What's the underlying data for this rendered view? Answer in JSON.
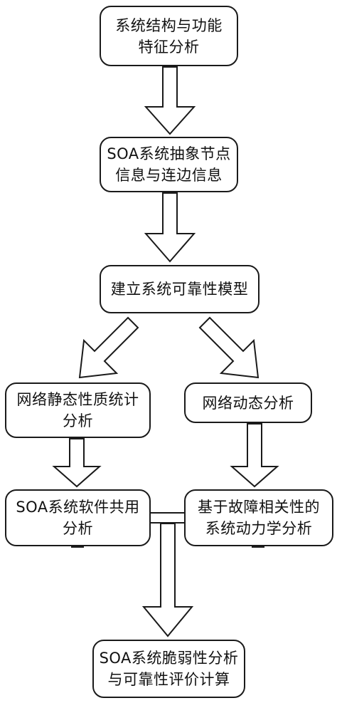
{
  "diagram": {
    "boxes": [
      {
        "id": "box-1",
        "label": "系统结构与功能\n特征分析"
      },
      {
        "id": "box-2",
        "label": "SOA系统抽象节点\n信息与连边信息"
      },
      {
        "id": "box-3",
        "label": "建立系统可靠性模型"
      },
      {
        "id": "box-4",
        "label": "网络静态性质统计\n分析"
      },
      {
        "id": "box-5",
        "label": "网络动态分析"
      },
      {
        "id": "box-6",
        "label": "SOA系统软件共用\n分析"
      },
      {
        "id": "box-7",
        "label": "基于故障相关性的\n系统动力学分析"
      },
      {
        "id": "box-8",
        "label": "SOA系统脆弱性分析\n与可靠性评价计算"
      }
    ],
    "arrows": [
      {
        "from": "box-1",
        "to": "box-2"
      },
      {
        "from": "box-2",
        "to": "box-3"
      },
      {
        "from": "box-3",
        "to": "box-4"
      },
      {
        "from": "box-3",
        "to": "box-5"
      },
      {
        "from": "box-4",
        "to": "box-6"
      },
      {
        "from": "box-5",
        "to": "box-7"
      },
      {
        "from": "merge-bar",
        "to": "box-8"
      }
    ],
    "colors": {
      "stroke": "#1a1a1a",
      "fill": "#ffffff",
      "text": "#111111"
    }
  }
}
